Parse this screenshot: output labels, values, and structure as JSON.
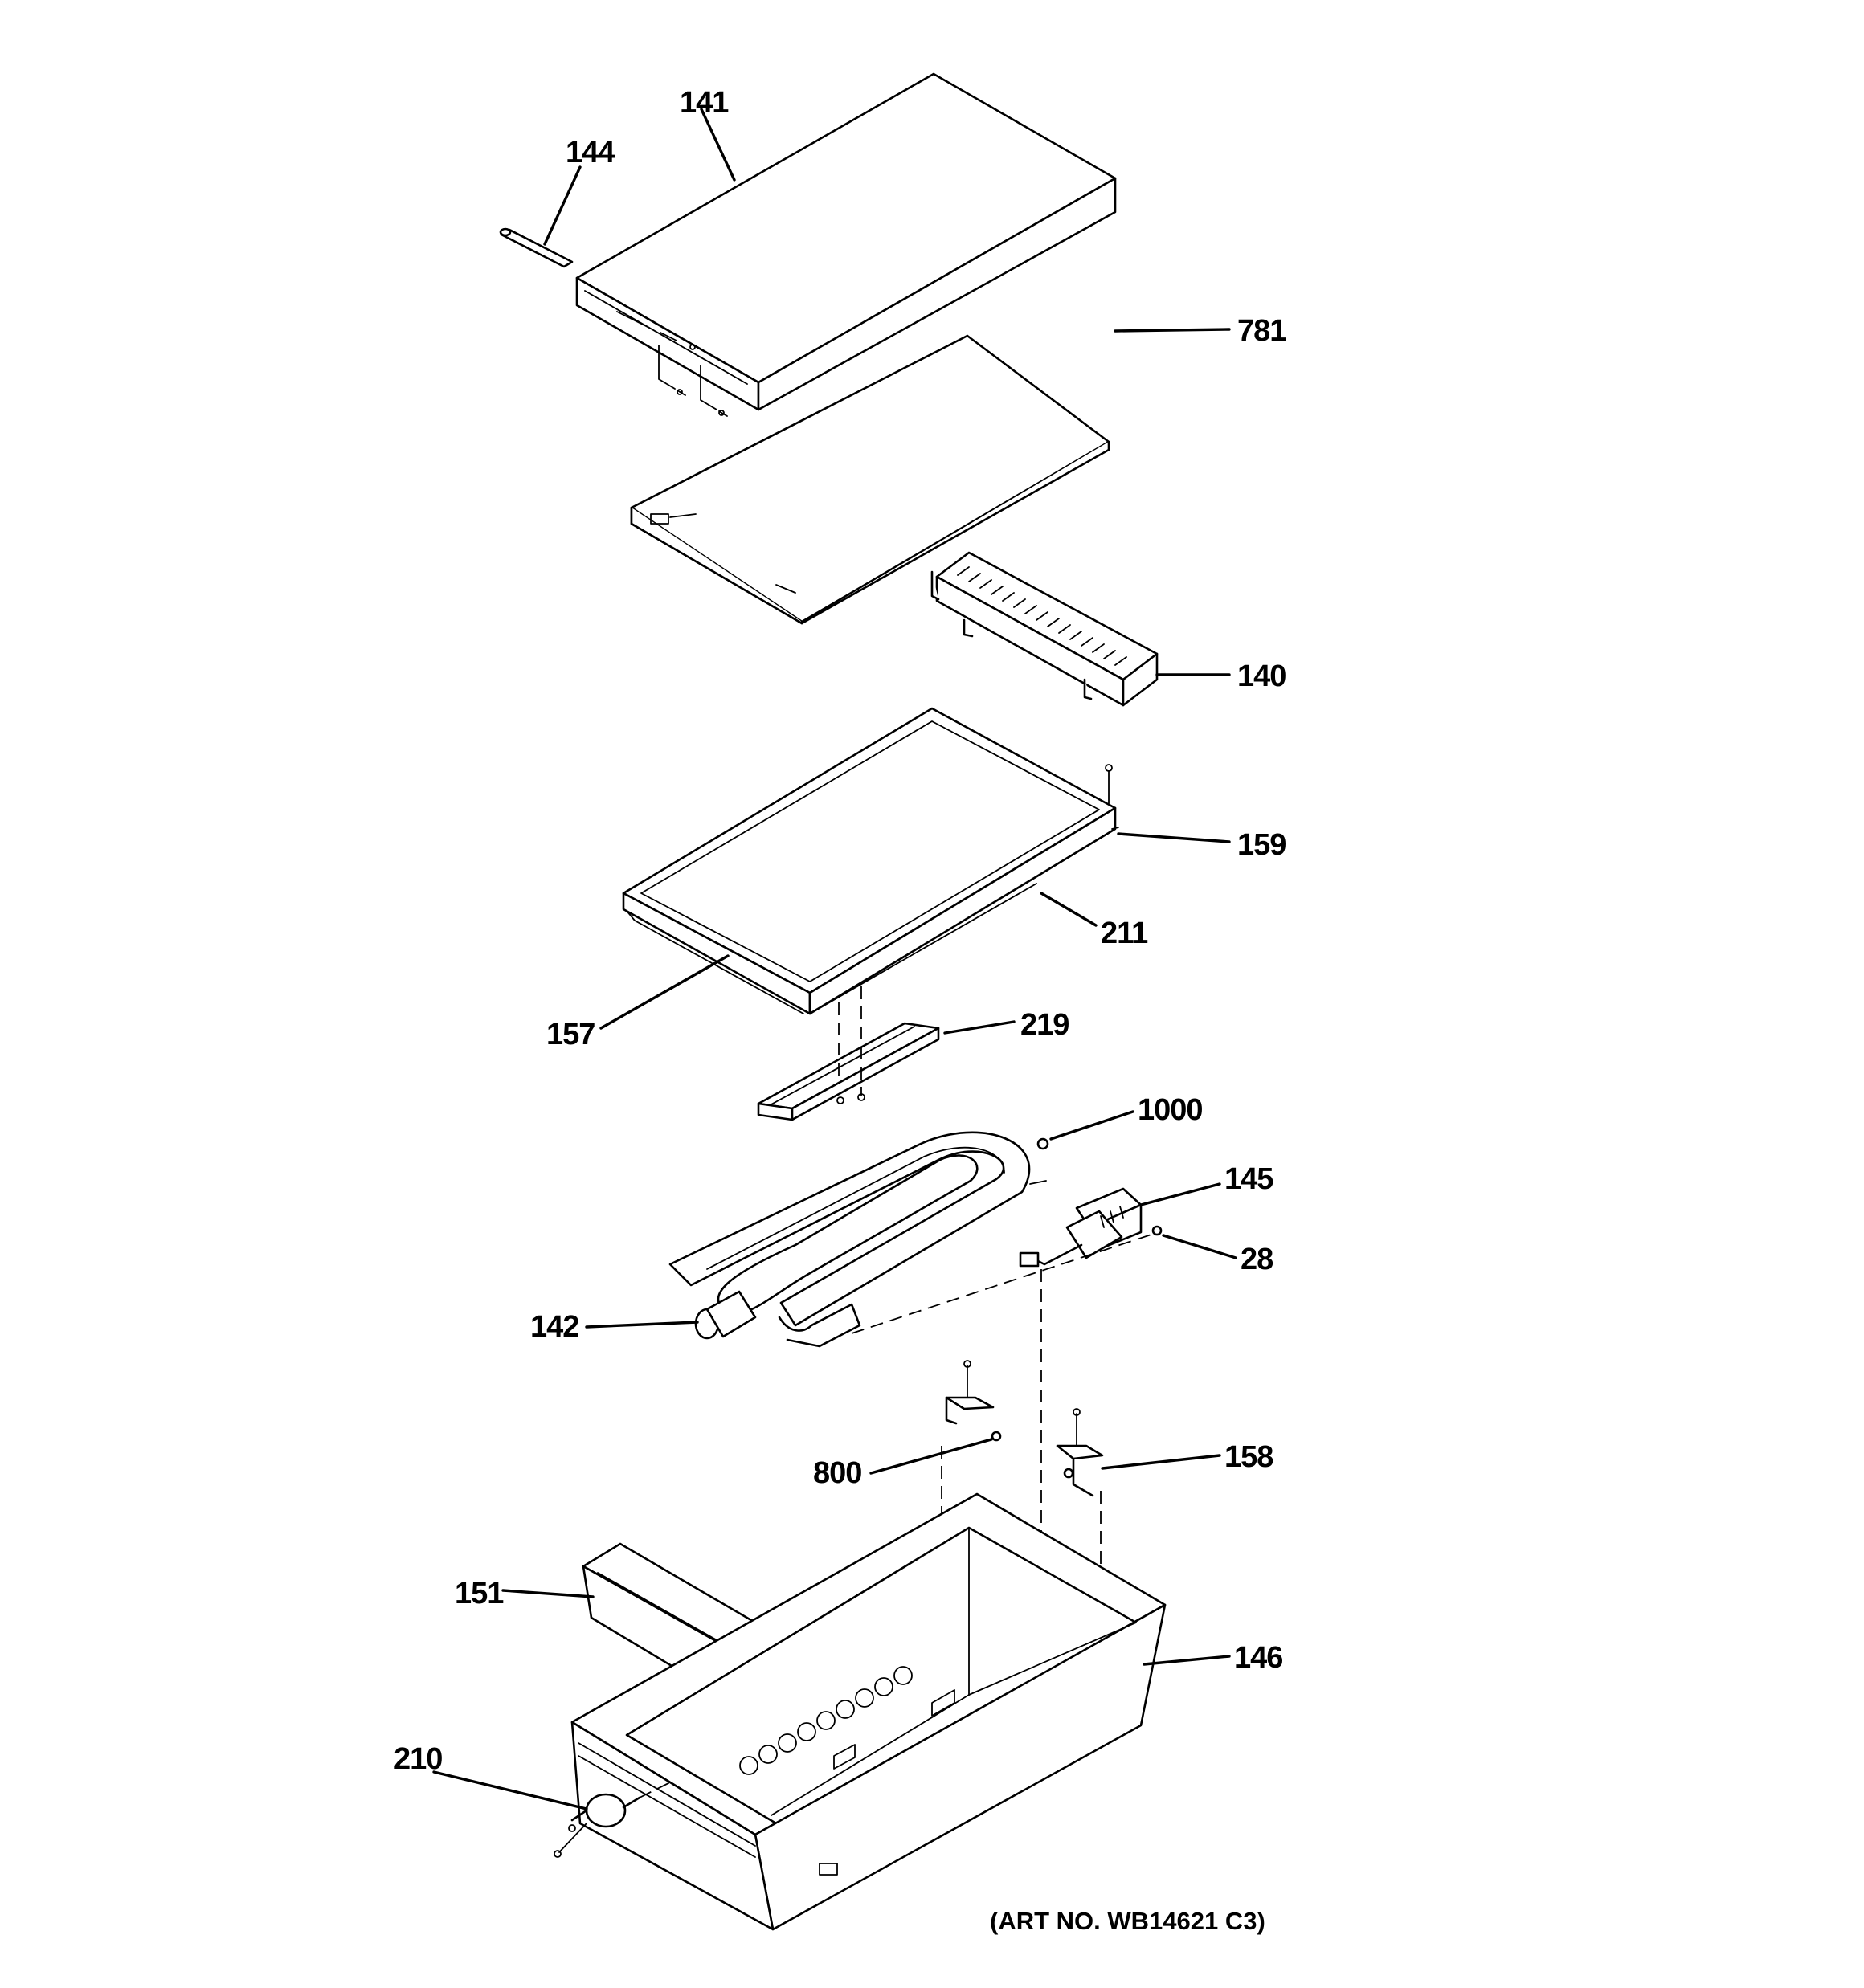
{
  "callouts": {
    "c141": "141",
    "c144": "144",
    "c781": "781",
    "c140": "140",
    "c159": "159",
    "c211": "211",
    "c157": "157",
    "c219": "219",
    "c1000": "1000",
    "c145": "145",
    "c28": "28",
    "c142": "142",
    "c800": "800",
    "c158": "158",
    "c151": "151",
    "c146": "146",
    "c210": "210"
  },
  "art_number": "(ART NO. WB14621 C3)"
}
